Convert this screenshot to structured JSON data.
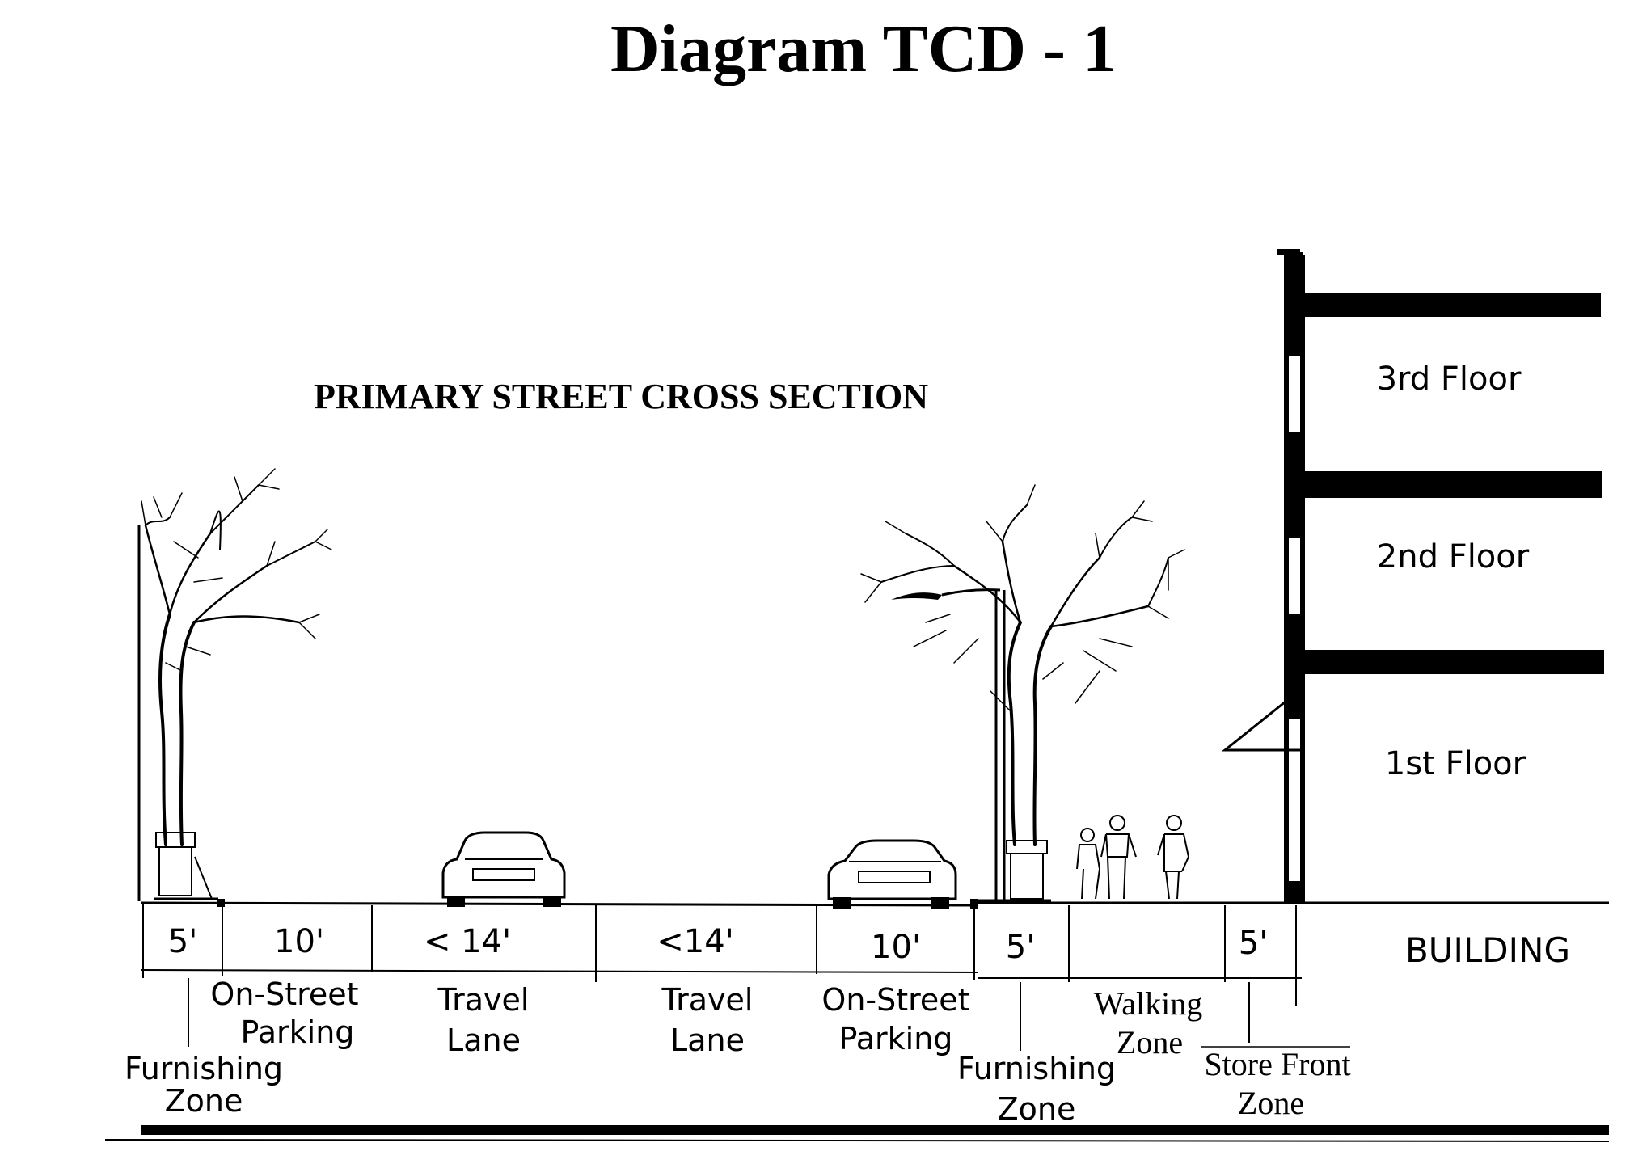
{
  "title": "Diagram TCD - 1",
  "subtitle": "PRIMARY STREET CROSS SECTION",
  "segments": [
    {
      "width": "5'",
      "label_line1": "Furnishing",
      "label_line2": "Zone"
    },
    {
      "width": "10'",
      "label_line1": "On-Street",
      "label_line2": "Parking"
    },
    {
      "width": "< 14'",
      "label_line1": "Travel",
      "label_line2": "Lane"
    },
    {
      "width": "<14'",
      "label_line1": "Travel",
      "label_line2": "Lane"
    },
    {
      "width": "10'",
      "label_line1": "On-Street",
      "label_line2": "Parking"
    },
    {
      "width": "5'",
      "label_line1": "Furnishing",
      "label_line2": "Zone"
    },
    {
      "width": "",
      "label_line1": "Walking",
      "label_line2": "Zone"
    },
    {
      "width": "5'",
      "label_line1": "Store Front",
      "label_line2": "Zone"
    }
  ],
  "building": {
    "label": "BUILDING",
    "floors": [
      "3rd Floor",
      "2nd Floor",
      "1st Floor"
    ]
  }
}
